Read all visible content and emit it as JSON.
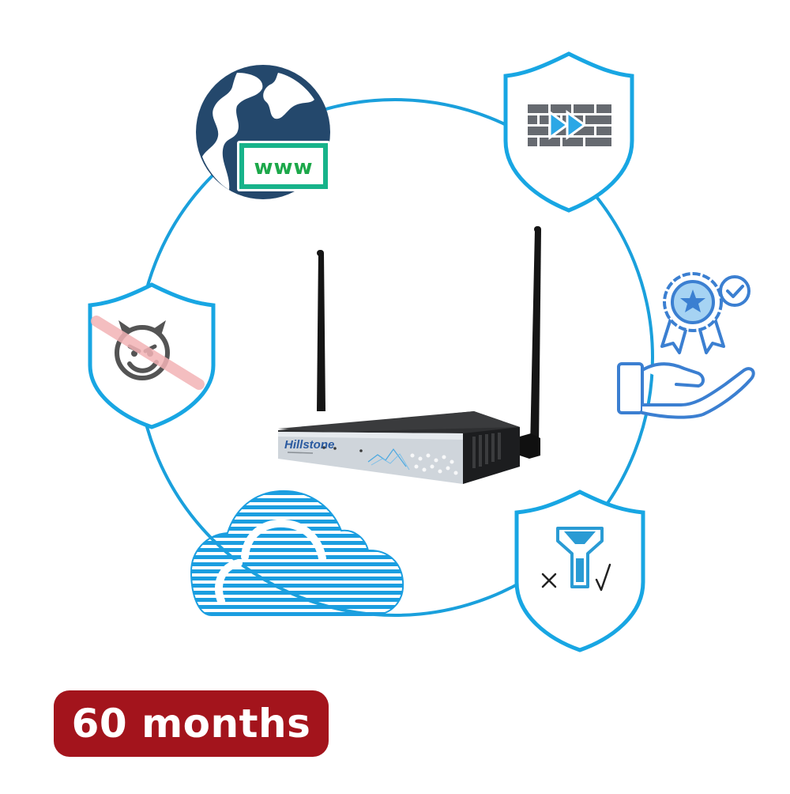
{
  "badge": {
    "label": "60 months"
  },
  "device": {
    "brand": "Hillstone"
  },
  "web_icon": {
    "label": "www"
  },
  "icons": [
    "globe-web-icon",
    "firewall-shield-icon",
    "quality-award-hand-icon",
    "filter-shield-icon",
    "cloud-icon",
    "anti-malware-shield-icon"
  ],
  "colors": {
    "ring": "#1aa0dc",
    "badge": "#a3141c",
    "globe": "#24486c",
    "www_border": "#17b38a",
    "www_text": "#1ca84a",
    "shield_stroke": "#18a6e3",
    "brick": "#666a70",
    "arrow": "#2ba7e6",
    "award": "#3b7fd1",
    "devil": "#545454",
    "strike": "#f3b3b6"
  }
}
